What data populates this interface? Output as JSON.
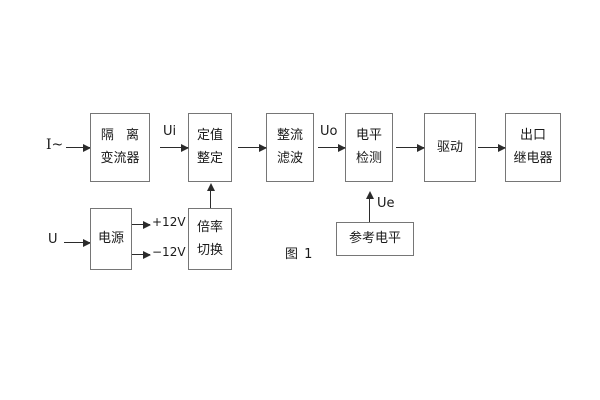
{
  "figure": {
    "caption": "图 1",
    "background": "#ffffff",
    "line_color": "#2b2b2b",
    "box_border_color": "#767676",
    "text_color": "#1a1a1a"
  },
  "inputs": [
    {
      "id": "current-input",
      "label": "I~"
    },
    {
      "id": "voltage-input",
      "label": "U"
    }
  ],
  "blocks": [
    {
      "id": "isolation-transformer",
      "line1": "隔 离",
      "line2": "变流器"
    },
    {
      "id": "setpoint-adjust",
      "line1": "定值",
      "line2": "整定"
    },
    {
      "id": "rectify-filter",
      "line1": "整流",
      "line2": "滤波"
    },
    {
      "id": "level-detect",
      "line1": "电平",
      "line2": "检测"
    },
    {
      "id": "drive",
      "line1": "驱动",
      "line2": ""
    },
    {
      "id": "output-relay",
      "line1": "出口",
      "line2": "继电器"
    },
    {
      "id": "power-supply",
      "line1": "电源",
      "line2": ""
    },
    {
      "id": "multiplier-switch",
      "line1": "倍率",
      "line2": "切换"
    },
    {
      "id": "reference-level",
      "line1": "参考电平",
      "line2": ""
    }
  ],
  "signals": [
    {
      "id": "ui",
      "label": "Ui"
    },
    {
      "id": "uo",
      "label": "Uo"
    },
    {
      "id": "ue",
      "label": "Ue"
    }
  ],
  "power_rails": [
    {
      "id": "rail-positive",
      "label": "+12V"
    },
    {
      "id": "rail-negative",
      "label": "−12V"
    }
  ]
}
